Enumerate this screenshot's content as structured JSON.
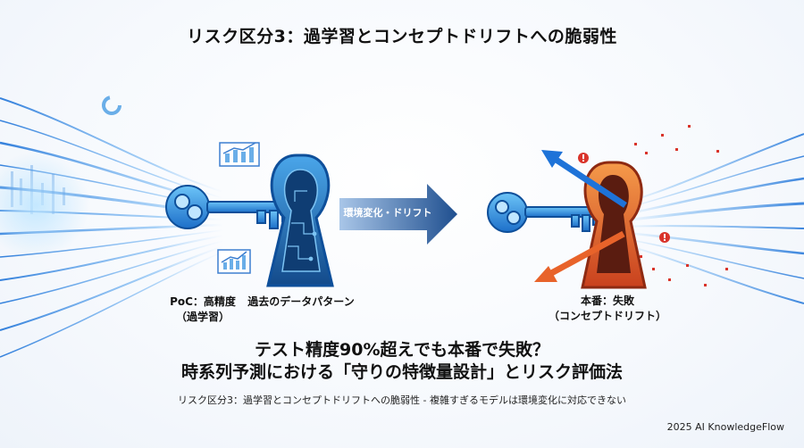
{
  "slide": {
    "title": "リスク区分3：過学習とコンセプトドリフトへの脆弱性",
    "left_panel": {
      "label_line1": "PoC：高精度",
      "label_line2": "（過学習）",
      "lock_label": "過去のデータパターン"
    },
    "arrow_label": "環境変化・ドリフト",
    "right_panel": {
      "label_line1": "本番：失敗",
      "label_line2": "（コンセプトドリフト）"
    },
    "headline_line1": "テスト精度90%超えでも本番で失敗？",
    "headline_line2": "時系列予測における「守りの特徴量設計」とリスク評価法",
    "caption": "リスク区分3：過学習とコンセプトドリフトへの脆弱性 - 複雑すぎるモデルは環境変化に対応できない",
    "credit": "2025 AI KnowledgeFlow"
  },
  "colors": {
    "accent_blue": "#1e73d8",
    "deep_blue": "#1f4f8f",
    "orange": "#e8632a",
    "red": "#d9342b"
  },
  "icons": [
    "key-icon",
    "keyhole-lock-icon",
    "bar-chart-icon",
    "donut-chart-icon",
    "arrow-right-icon",
    "warning-icon",
    "broken-lock-icon"
  ]
}
